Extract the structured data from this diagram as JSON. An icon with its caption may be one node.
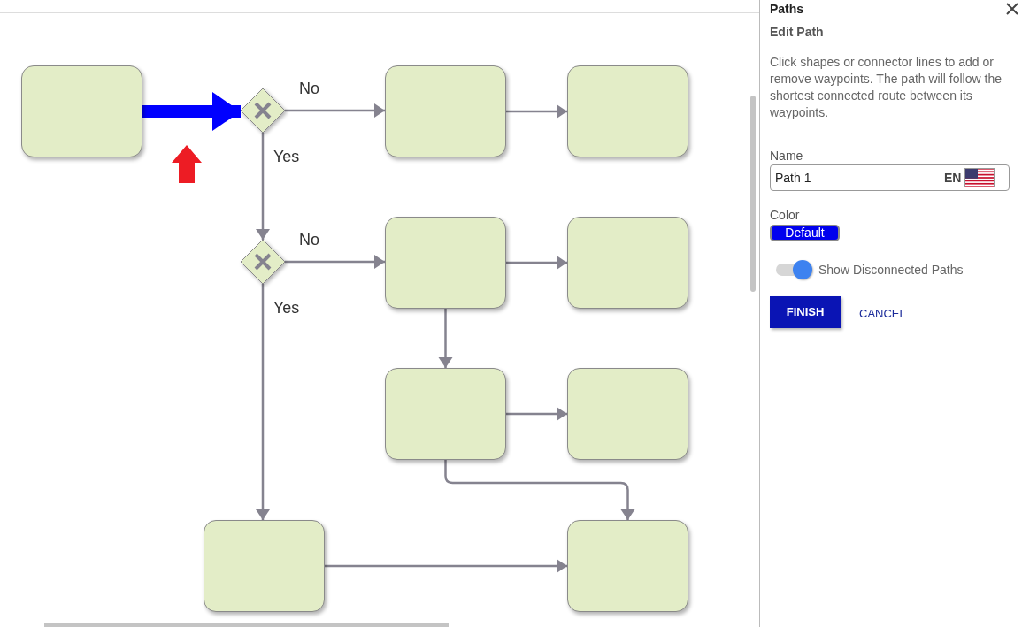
{
  "diagram": {
    "nodes": [
      {
        "text": [],
        "shape": "box"
      },
      {
        "text": [],
        "shape": "diamond"
      },
      {
        "text": [],
        "shape": "box"
      },
      {
        "text": [],
        "shape": "box"
      },
      {
        "text": [],
        "shape": "diamond"
      },
      {
        "text": [],
        "shape": "box"
      },
      {
        "text": [],
        "shape": "box"
      },
      {
        "text": [],
        "shape": "box"
      },
      {
        "text": [],
        "shape": "box"
      },
      {
        "text": [],
        "shape": "box"
      },
      {
        "text": [],
        "shape": "box"
      }
    ],
    "edges": [
      {
        "from": 0,
        "to": 1,
        "arrow": "to",
        "style": "thick",
        "color": "#0000ff"
      },
      {
        "from": 1,
        "to": 2,
        "arrow": "to",
        "label": "No"
      },
      {
        "from": 2,
        "to": 3,
        "arrow": "to"
      },
      {
        "from": 1,
        "to": 4,
        "arrow": "to",
        "label": "Yes"
      },
      {
        "from": 4,
        "to": 5,
        "arrow": "to",
        "label": "No"
      },
      {
        "from": 5,
        "to": 6,
        "arrow": "to"
      },
      {
        "from": 5,
        "to": 7,
        "arrow": "to"
      },
      {
        "from": 4,
        "to": 9,
        "arrow": "to",
        "label": "Yes"
      },
      {
        "from": 7,
        "to": 8,
        "arrow": "to"
      },
      {
        "from": 7,
        "to": 10,
        "arrow": "to"
      },
      {
        "from": 9,
        "to": 10,
        "arrow": "to"
      }
    ],
    "labels": [
      "Paths",
      "Edit Path",
      "Click shapes or connector lines to add or remove waypoints. The path will follow the shortest connected route between its waypoints.",
      "Name",
      "Path 1",
      "EN",
      "Color",
      "Default",
      "Show Disconnected Paths",
      "FINISH",
      "CANCEL"
    ]
  }
}
